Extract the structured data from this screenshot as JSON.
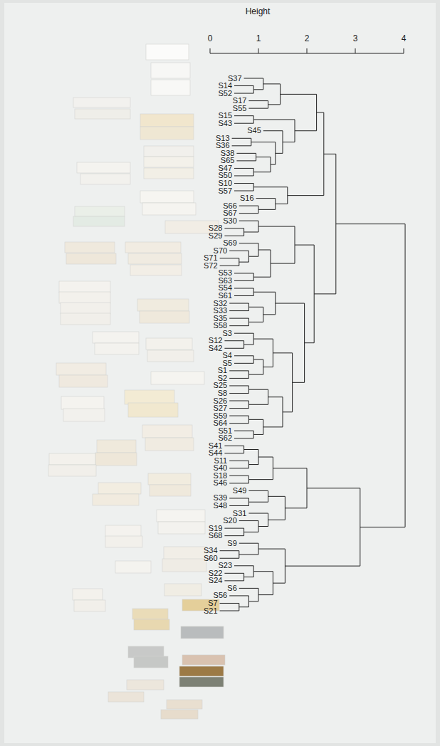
{
  "diagram": {
    "labels": [
      "Height",
      "0",
      "1",
      "2",
      "3",
      "4",
      "S37",
      "S14",
      "S52",
      "S17",
      "S55",
      "S15",
      "S43",
      "S45",
      "S13",
      "S36",
      "S38",
      "S65",
      "S47",
      "S50",
      "S10",
      "S57",
      "S16",
      "S66",
      "S67",
      "S30",
      "S28",
      "S29",
      "S69",
      "S70",
      "S71",
      "S72",
      "S53",
      "S63",
      "S54",
      "S61",
      "S32",
      "S33",
      "S35",
      "S58",
      "S3",
      "S12",
      "S42",
      "S4",
      "S5",
      "S1",
      "S2",
      "S25",
      "S8",
      "S26",
      "S27",
      "S59",
      "S64",
      "S51",
      "S62",
      "S41",
      "S44",
      "S11",
      "S40",
      "S18",
      "S46",
      "S49",
      "S39",
      "S48",
      "S31",
      "S20",
      "S19",
      "S68",
      "S9",
      "S34",
      "S60",
      "S23",
      "S22",
      "S24",
      "S6",
      "S56",
      "S7",
      "S21"
    ]
  }
}
